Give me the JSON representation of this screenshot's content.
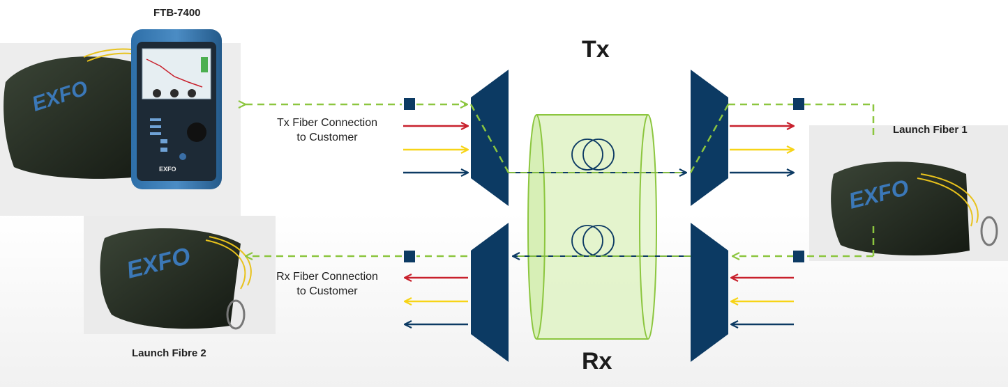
{
  "labels": {
    "device": "FTB-7400",
    "tx": "Tx",
    "rx": "Rx",
    "tx_connection": [
      "Tx Fiber Connection",
      "to Customer"
    ],
    "rx_connection": [
      "Rx Fiber Connection",
      "to Customer"
    ],
    "launch_fiber_1": "Launch Fiber 1",
    "launch_fibre_2": "Launch Fibre 2",
    "bag_brand": "EXFO",
    "device_brand": "EXFO"
  },
  "colors": {
    "mux": "#0c3a63",
    "fiber_cylinder_fill": "#dff2c4",
    "fiber_cylinder_stroke": "#8cc63f",
    "dashed_path": "#8cc63f",
    "connector": "#0c3a63",
    "arrow_red": "#c8202c",
    "arrow_yellow": "#f7d417",
    "arrow_blue": "#0c3a63",
    "bag": "#22291f",
    "device_body": "#2a3f55"
  },
  "icons": [
    "fiber-coil-icon",
    "connector-icon",
    "arrow-icon"
  ]
}
